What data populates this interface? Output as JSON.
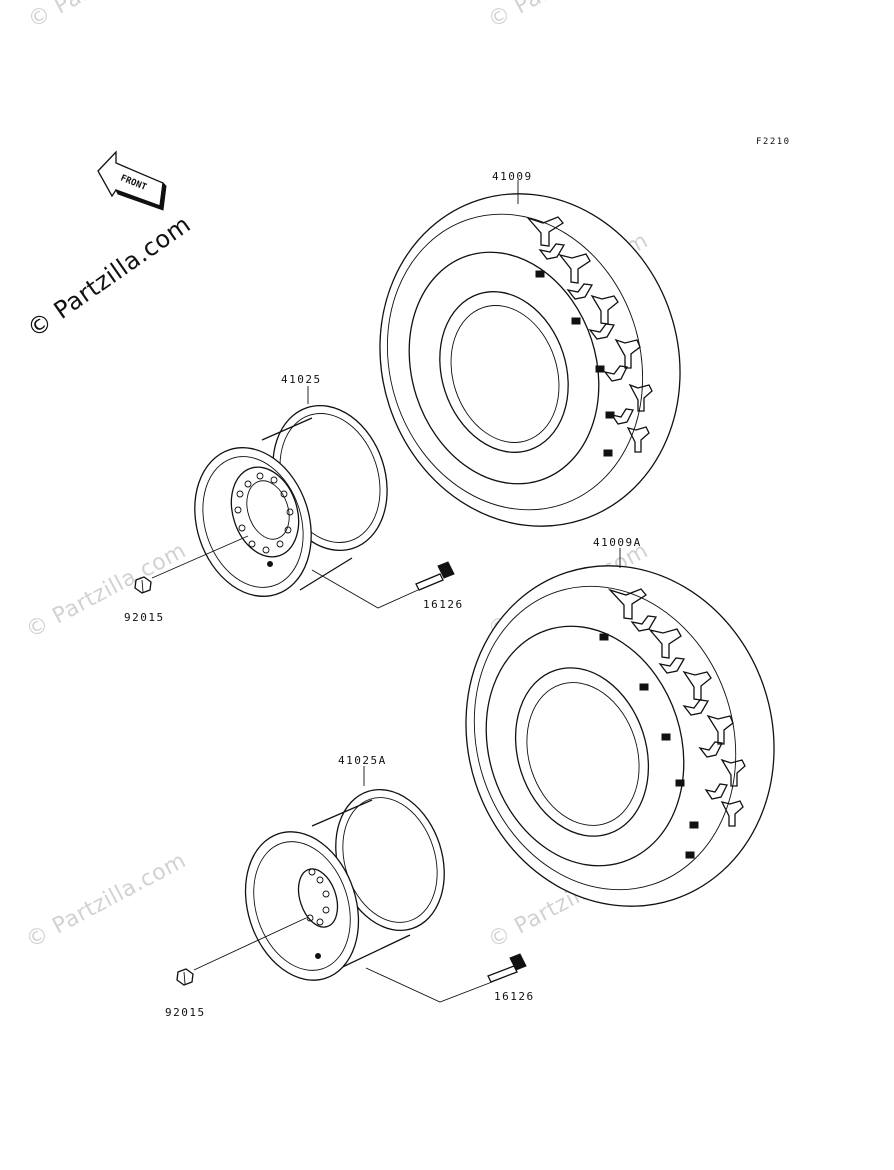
{
  "diagram": {
    "code": "F2210",
    "front_arrow_text": "FRONT",
    "watermark_main": "© Partzilla.com",
    "watermark_faint": "© Partzilla.com",
    "parts": [
      {
        "id": "tire-rear",
        "number": "41009"
      },
      {
        "id": "tire-front",
        "number": "41009A"
      },
      {
        "id": "wheel-rear",
        "number": "41025"
      },
      {
        "id": "wheel-front",
        "number": "41025A"
      },
      {
        "id": "nut-upper",
        "number": "92015"
      },
      {
        "id": "nut-lower",
        "number": "92015"
      },
      {
        "id": "valve-upper",
        "number": "16126"
      },
      {
        "id": "valve-lower",
        "number": "16126"
      }
    ]
  }
}
